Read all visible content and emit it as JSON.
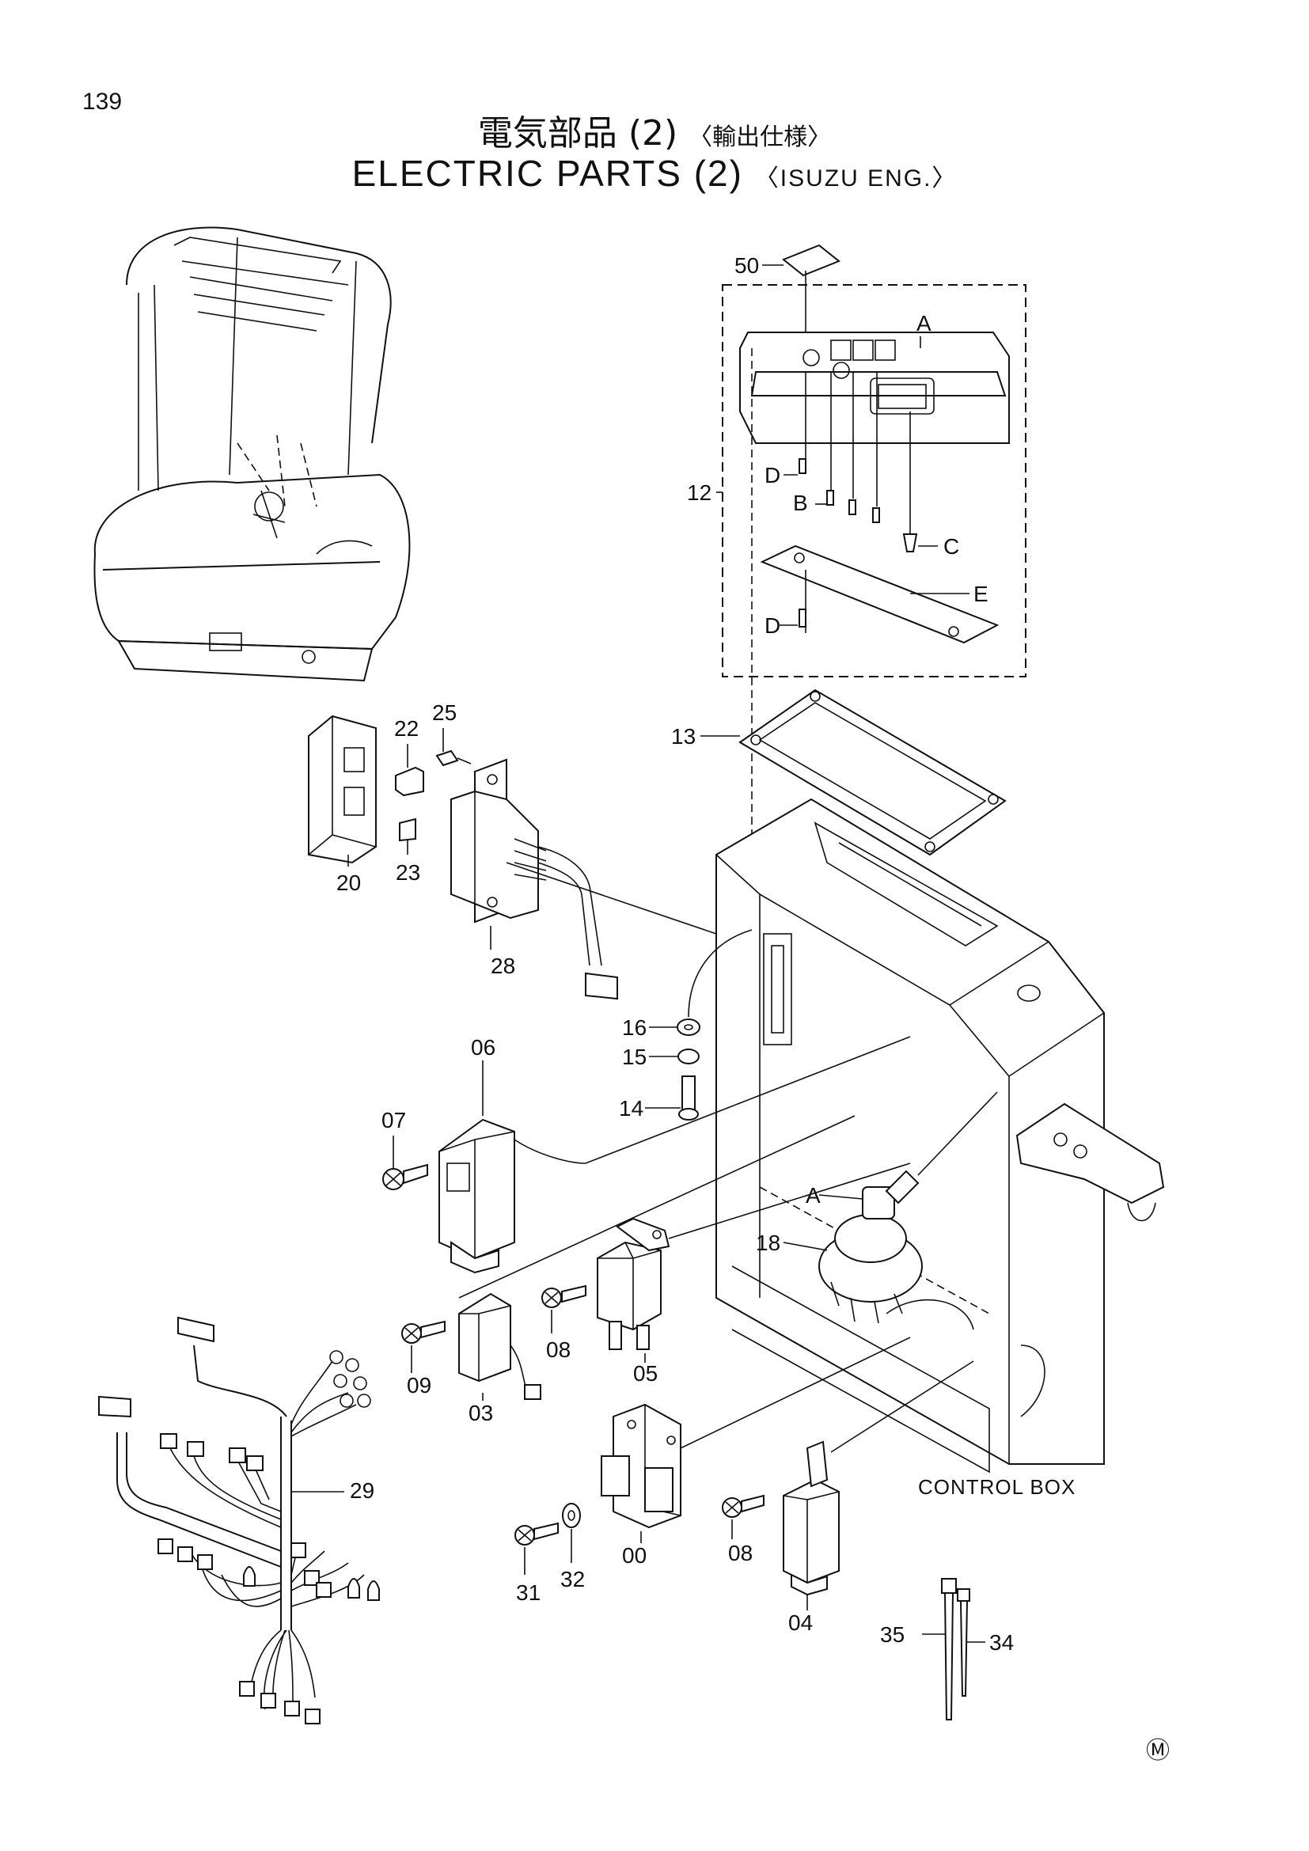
{
  "page_number": "139",
  "title_jp": "電気部品 (2)",
  "title_jp_sub": "〈輸出仕様〉",
  "title_en": "ELECTRIC PARTS (2)",
  "title_en_sub": "〈ISUZU ENG.〉",
  "control_box_label": "CONTROL BOX",
  "mark": "Ⓜ",
  "callouts": {
    "p50": "50",
    "A_top": "A",
    "p12": "12",
    "D1": "D",
    "B": "B",
    "C": "C",
    "E": "E",
    "D2": "D",
    "p13": "13",
    "p22": "22",
    "p25": "25",
    "p20": "20",
    "p23": "23",
    "p28": "28",
    "p16": "16",
    "p15": "15",
    "p14": "14",
    "p06": "06",
    "p07": "07",
    "A_key": "A",
    "p18": "18",
    "p08a": "08",
    "p05": "05",
    "p09": "09",
    "p03": "03",
    "p29": "29",
    "p00": "00",
    "p31": "31",
    "p32": "32",
    "p08b": "08",
    "p04": "04",
    "p35": "35",
    "p34": "34"
  }
}
